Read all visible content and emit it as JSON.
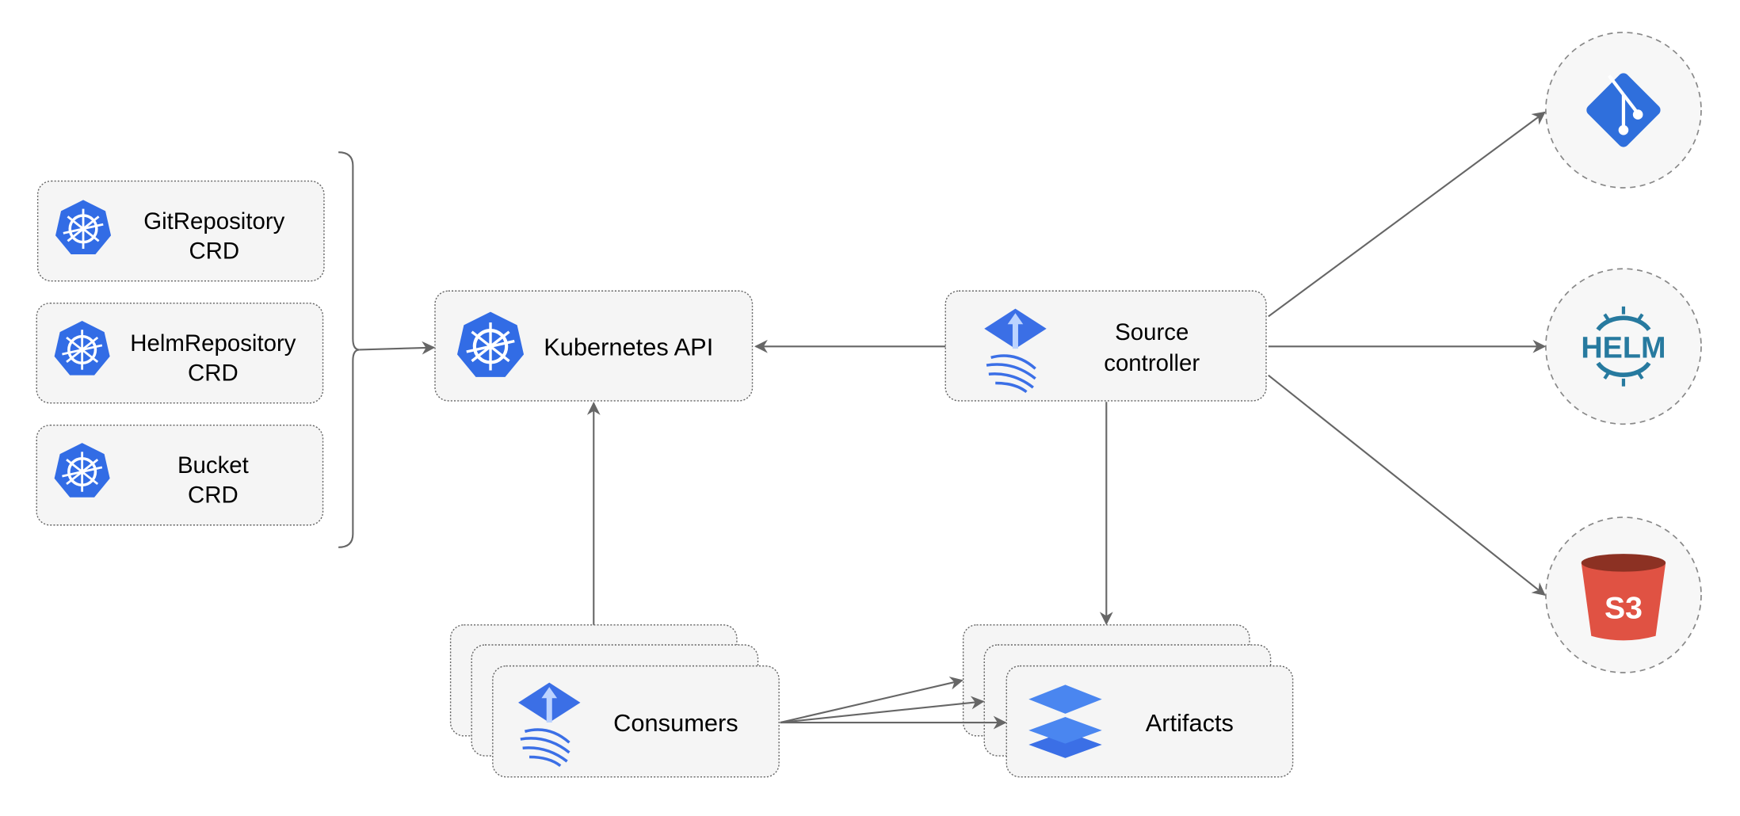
{
  "crds": [
    {
      "line1": "GitRepository",
      "line2": "CRD"
    },
    {
      "line1": "HelmRepository",
      "line2": "CRD"
    },
    {
      "line1": "Bucket",
      "line2": "CRD"
    }
  ],
  "kubernetes_api": {
    "label": "Kubernetes API"
  },
  "source_controller": {
    "line1": "Source",
    "line2": "controller"
  },
  "consumers": {
    "label": "Consumers"
  },
  "artifacts": {
    "label": "Artifacts"
  },
  "sources": {
    "git": {
      "icon": "git-icon"
    },
    "helm": {
      "icon": "helm-icon",
      "logo_text": "HELM"
    },
    "s3": {
      "icon": "s3-bucket-icon",
      "logo_text": "S3"
    }
  },
  "colors": {
    "kubernetes_blue": "#326ce5",
    "flux_blue": "#4a7ff0",
    "git_blue": "#2f6fdc",
    "helm_teal": "#277a9f",
    "s3_red": "#e05243",
    "s3_dark": "#8c3123",
    "edge": "#666666"
  }
}
